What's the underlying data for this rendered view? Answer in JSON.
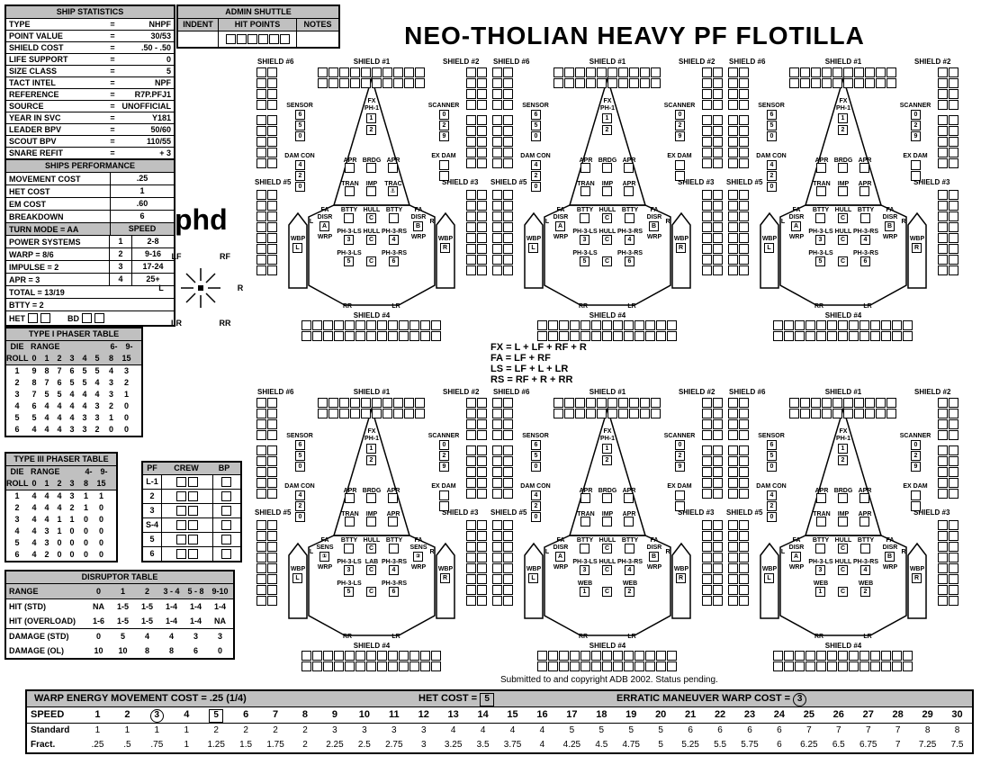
{
  "title": "NEO-THOLIAN HEAVY PF FLOTILLA",
  "phd": "phd",
  "copyright": "Submitted to and copyright ADB 2002. Status pending.",
  "colors": {
    "header_gray": "#c0c0c0",
    "ink": "#000000",
    "paper": "#ffffff"
  },
  "ship_statistics": {
    "title": "SHIP STATISTICS",
    "eq": "=",
    "rows": [
      [
        "TYPE",
        "NHPF"
      ],
      [
        "POINT VALUE",
        "30/53"
      ],
      [
        "SHIELD COST",
        ".50 - .50"
      ],
      [
        "LIFE SUPPORT",
        "0"
      ],
      [
        "SIZE CLASS",
        "5"
      ],
      [
        "TACT INTEL",
        "NPF"
      ],
      [
        "REFERENCE",
        "R7P.PFJ1"
      ],
      [
        "SOURCE",
        "UNOFFICIAL"
      ],
      [
        "YEAR IN SVC",
        "Y181"
      ],
      [
        "LEADER BPV",
        "50/60"
      ],
      [
        "SCOUT BPV",
        "110/55"
      ],
      [
        "SNARE REFIT",
        "+ 3"
      ]
    ]
  },
  "admin_shuttle": {
    "title": "ADMIN SHUTTLE",
    "columns": [
      "INDENT",
      "HIT POINTS",
      "NOTES"
    ],
    "hit_point_boxes": 6
  },
  "performance": {
    "title": "SHIPS PERFORMANCE",
    "rows": [
      [
        "MOVEMENT COST",
        ".25"
      ],
      [
        "HET COST",
        "1"
      ],
      [
        "EM COST",
        ".60"
      ],
      [
        "BREAKDOWN",
        "6"
      ]
    ],
    "turn_header_left": "TURN MODE = AA",
    "turn_header_right": "SPEED",
    "turn_rows": [
      [
        "POWER SYSTEMS",
        "1",
        "2-8"
      ],
      [
        "WARP = 8/6",
        "2",
        "9-16"
      ],
      [
        "IMPULSE = 2",
        "3",
        "17-24"
      ],
      [
        "APR = 3",
        "4",
        "25+"
      ]
    ],
    "total_row": "TOTAL = 13/19",
    "btty_row": "BTTY = 2",
    "het_label": "HET",
    "bd_label": "BD"
  },
  "rose": {
    "lf": "LF",
    "rf": "RF",
    "l": "L",
    "r": "R",
    "lr": "LR",
    "rr": "RR"
  },
  "arc_legend": [
    "FX = L + LF + RF + R",
    "FA = LF + RF",
    "LS = LF + L + LR",
    "RS = RF + R + RR"
  ],
  "phaser1_table": {
    "title": "TYPE I PHASER TABLE",
    "die_label": "DIE",
    "roll_label": "ROLL",
    "range_label": "RANGE",
    "range_high": [
      "6-",
      "9-"
    ],
    "range_high2": [
      "8",
      "15"
    ],
    "range_cols": [
      "0",
      "1",
      "2",
      "3",
      "4",
      "5"
    ],
    "rows": [
      [
        "1",
        "9",
        "8",
        "7",
        "6",
        "5",
        "5",
        "4",
        "3"
      ],
      [
        "2",
        "8",
        "7",
        "6",
        "5",
        "5",
        "4",
        "3",
        "2"
      ],
      [
        "3",
        "7",
        "5",
        "5",
        "4",
        "4",
        "4",
        "3",
        "1"
      ],
      [
        "4",
        "6",
        "4",
        "4",
        "4",
        "4",
        "3",
        "2",
        "0"
      ],
      [
        "5",
        "5",
        "4",
        "4",
        "4",
        "3",
        "3",
        "1",
        "0"
      ],
      [
        "6",
        "4",
        "4",
        "4",
        "3",
        "3",
        "2",
        "0",
        "0"
      ]
    ]
  },
  "phaser3_table": {
    "title": "TYPE III PHASER TABLE",
    "die_label": "DIE",
    "roll_label": "ROLL",
    "range_label": "RANGE",
    "range_high": [
      "4-",
      "9-"
    ],
    "range_high2": [
      "8",
      "15"
    ],
    "range_cols": [
      "0",
      "1",
      "2",
      "3"
    ],
    "rows": [
      [
        "1",
        "4",
        "4",
        "4",
        "3",
        "1",
        "1"
      ],
      [
        "2",
        "4",
        "4",
        "4",
        "2",
        "1",
        "0"
      ],
      [
        "3",
        "4",
        "4",
        "1",
        "1",
        "0",
        "0"
      ],
      [
        "4",
        "4",
        "3",
        "1",
        "0",
        "0",
        "0"
      ],
      [
        "5",
        "4",
        "3",
        "0",
        "0",
        "0",
        "0"
      ],
      [
        "6",
        "4",
        "2",
        "0",
        "0",
        "0",
        "0"
      ]
    ]
  },
  "pf_crew": {
    "headers": [
      "PF",
      "CREW",
      "BP"
    ],
    "rows": [
      "L-1",
      "2",
      "3",
      "S-4",
      "5",
      "6"
    ],
    "crew_boxes": 2,
    "bp_boxes": 1
  },
  "disruptor_table": {
    "title": "DISRUPTOR TABLE",
    "headers": [
      "RANGE",
      "0",
      "1",
      "2",
      "3 - 4",
      "5 - 8",
      "9-10"
    ],
    "rows": [
      [
        "HIT (STD)",
        "NA",
        "1-5",
        "1-5",
        "1-4",
        "1-4",
        "1-4"
      ],
      [
        "HIT (OVERLOAD)",
        "1-6",
        "1-5",
        "1-5",
        "1-4",
        "1-4",
        "NA"
      ],
      [
        "DAMAGE (STD)",
        "0",
        "5",
        "4",
        "4",
        "3",
        "3"
      ],
      [
        "DAMAGE (OL)",
        "10",
        "10",
        "8",
        "8",
        "6",
        "0"
      ]
    ]
  },
  "speed_chart": {
    "header_left": "WARP ENERGY MOVEMENT COST = .25  (1/4)",
    "het_label": "HET COST =",
    "het_value": "5",
    "erratic_label": "ERRATIC MANEUVER WARP COST =",
    "erratic_value": "3",
    "row_labels": [
      "SPEED",
      "Standard",
      "Fract."
    ],
    "speeds": [
      "1",
      "2",
      "3",
      "4",
      "5",
      "6",
      "7",
      "8",
      "9",
      "10",
      "11",
      "12",
      "13",
      "14",
      "15",
      "16",
      "17",
      "18",
      "19",
      "20",
      "21",
      "22",
      "23",
      "24",
      "25",
      "26",
      "27",
      "28",
      "29",
      "30"
    ],
    "circled_speed": "3",
    "boxed_speed": "5",
    "standard": [
      "1",
      "1",
      "1",
      "1",
      "2",
      "2",
      "2",
      "2",
      "3",
      "3",
      "3",
      "3",
      "4",
      "4",
      "4",
      "4",
      "5",
      "5",
      "5",
      "5",
      "6",
      "6",
      "6",
      "6",
      "7",
      "7",
      "7",
      "7",
      "8",
      "8"
    ],
    "fract": [
      ".25",
      ".5",
      ".75",
      "1",
      "1.25",
      "1.5",
      "1.75",
      "2",
      "2.25",
      "2.5",
      "2.75",
      "3",
      "3.25",
      "3.5",
      "3.75",
      "4",
      "4.25",
      "4.5",
      "4.75",
      "5",
      "5.25",
      "5.5",
      "5.75",
      "6",
      "6.25",
      "6.5",
      "6.75",
      "7",
      "7.25",
      "7.5"
    ]
  },
  "ship_common": {
    "shields": {
      "s1": "SHIELD #1",
      "s2": "SHIELD #2",
      "s3": "SHIELD #3",
      "s4": "SHIELD #4",
      "s5": "SHIELD #5",
      "s6": "SHIELD #6"
    },
    "sensor": "SENSOR",
    "sensor_boxes": [
      "6",
      "5",
      "0"
    ],
    "scanner": "SCANNER",
    "scanner_boxes": [
      "0",
      "2",
      "9"
    ],
    "damcon": "DAM CON",
    "damcon_boxes": [
      "4",
      "2",
      "0"
    ],
    "exdam": "EX DAM",
    "fx": "FX",
    "ph1": "PH-1",
    "ph1_boxes": [
      "1",
      "2"
    ],
    "brdg": "BRDG",
    "apr": "APR",
    "tran": "TRAN",
    "imp": "IMP",
    "fa": "FA",
    "wrp": "WRP",
    "wbp": "WBP",
    "l": "L",
    "r": "R",
    "rr": "RR",
    "lr": "LR",
    "btty": "BTTY",
    "hull": "HULL",
    "c": "C"
  },
  "ship_grids": {
    "g1": {
      "cols": 10,
      "rows": 2
    },
    "g6a": {
      "cols": 2,
      "rows": 4
    },
    "g6b": {
      "cols": 2,
      "rows": 5
    },
    "g5": {
      "cols": 2,
      "rows": 8
    },
    "g2a": {
      "cols": 2,
      "rows": 4
    },
    "g2b": {
      "cols": 2,
      "rows": 5
    },
    "g3": {
      "cols": 2,
      "rows": 8
    },
    "g4": {
      "cols": 13,
      "rows": 2
    }
  },
  "ships": [
    {
      "aux": "TRAC",
      "aux_box": "⚓",
      "wing_label": "DISR",
      "wing_box_l": "A",
      "wing_box_r": "B",
      "mid2_label": "HULL",
      "row2_label_l": "PH-3-LS",
      "row2_label_r": "PH-3-RS",
      "row2_box_l": "3",
      "row2_box_r": "4",
      "row3_label_l": "PH-3-LS",
      "row3_label_r": "PH-3-RS",
      "row3_box_l": "5",
      "row3_box_r": "6"
    },
    {
      "aux": "APR",
      "aux_box": "",
      "wing_label": "DISR",
      "wing_box_l": "A",
      "wing_box_r": "B",
      "mid2_label": "HULL",
      "row2_label_l": "PH-3-LS",
      "row2_label_r": "PH-3-RS",
      "row2_box_l": "3",
      "row2_box_r": "4",
      "row3_label_l": "PH-3-LS",
      "row3_label_r": "PH-3-RS",
      "row3_box_l": "5",
      "row3_box_r": "6"
    },
    {
      "aux": "APR",
      "aux_box": "",
      "wing_label": "DISR",
      "wing_box_l": "A",
      "wing_box_r": "B",
      "mid2_label": "HULL",
      "row2_label_l": "PH-3-LS",
      "row2_label_r": "PH-3-RS",
      "row2_box_l": "3",
      "row2_box_r": "4",
      "row3_label_l": "PH-3-LS",
      "row3_label_r": "PH-3-RS",
      "row3_box_l": "5",
      "row3_box_r": "6"
    },
    {
      "aux": "APR",
      "aux_box": "",
      "wing_label": "SENS",
      "wing_box_l": "①",
      "wing_box_r": "②",
      "mid2_label": "LAB",
      "row2_label_l": "PH-3-LS",
      "row2_label_r": "PH-3-RS",
      "row2_box_l": "3",
      "row2_box_r": "4",
      "row3_label_l": "PH-3-LS",
      "row3_label_r": "PH-3-RS",
      "row3_box_l": "5",
      "row3_box_r": "6"
    },
    {
      "aux": "APR",
      "aux_box": "",
      "wing_label": "DISR",
      "wing_box_l": "A",
      "wing_box_r": "B",
      "mid2_label": "HULL",
      "row2_label_l": "PH-3-LS",
      "row2_label_r": "PH-3-RS",
      "row2_box_l": "3",
      "row2_box_r": "4",
      "row3_label_l": "WEB",
      "row3_label_r": "WEB",
      "row3_box_l": "1",
      "row3_box_r": "2"
    },
    {
      "aux": "APR",
      "aux_box": "",
      "wing_label": "DISR",
      "wing_box_l": "A",
      "wing_box_r": "B",
      "mid2_label": "HULL",
      "row2_label_l": "PH-3-LS",
      "row2_label_r": "PH-3-RS",
      "row2_box_l": "3",
      "row2_box_r": "4",
      "row3_label_l": "WEB",
      "row3_label_r": "WEB",
      "row3_box_l": "1",
      "row3_box_r": "2"
    }
  ]
}
